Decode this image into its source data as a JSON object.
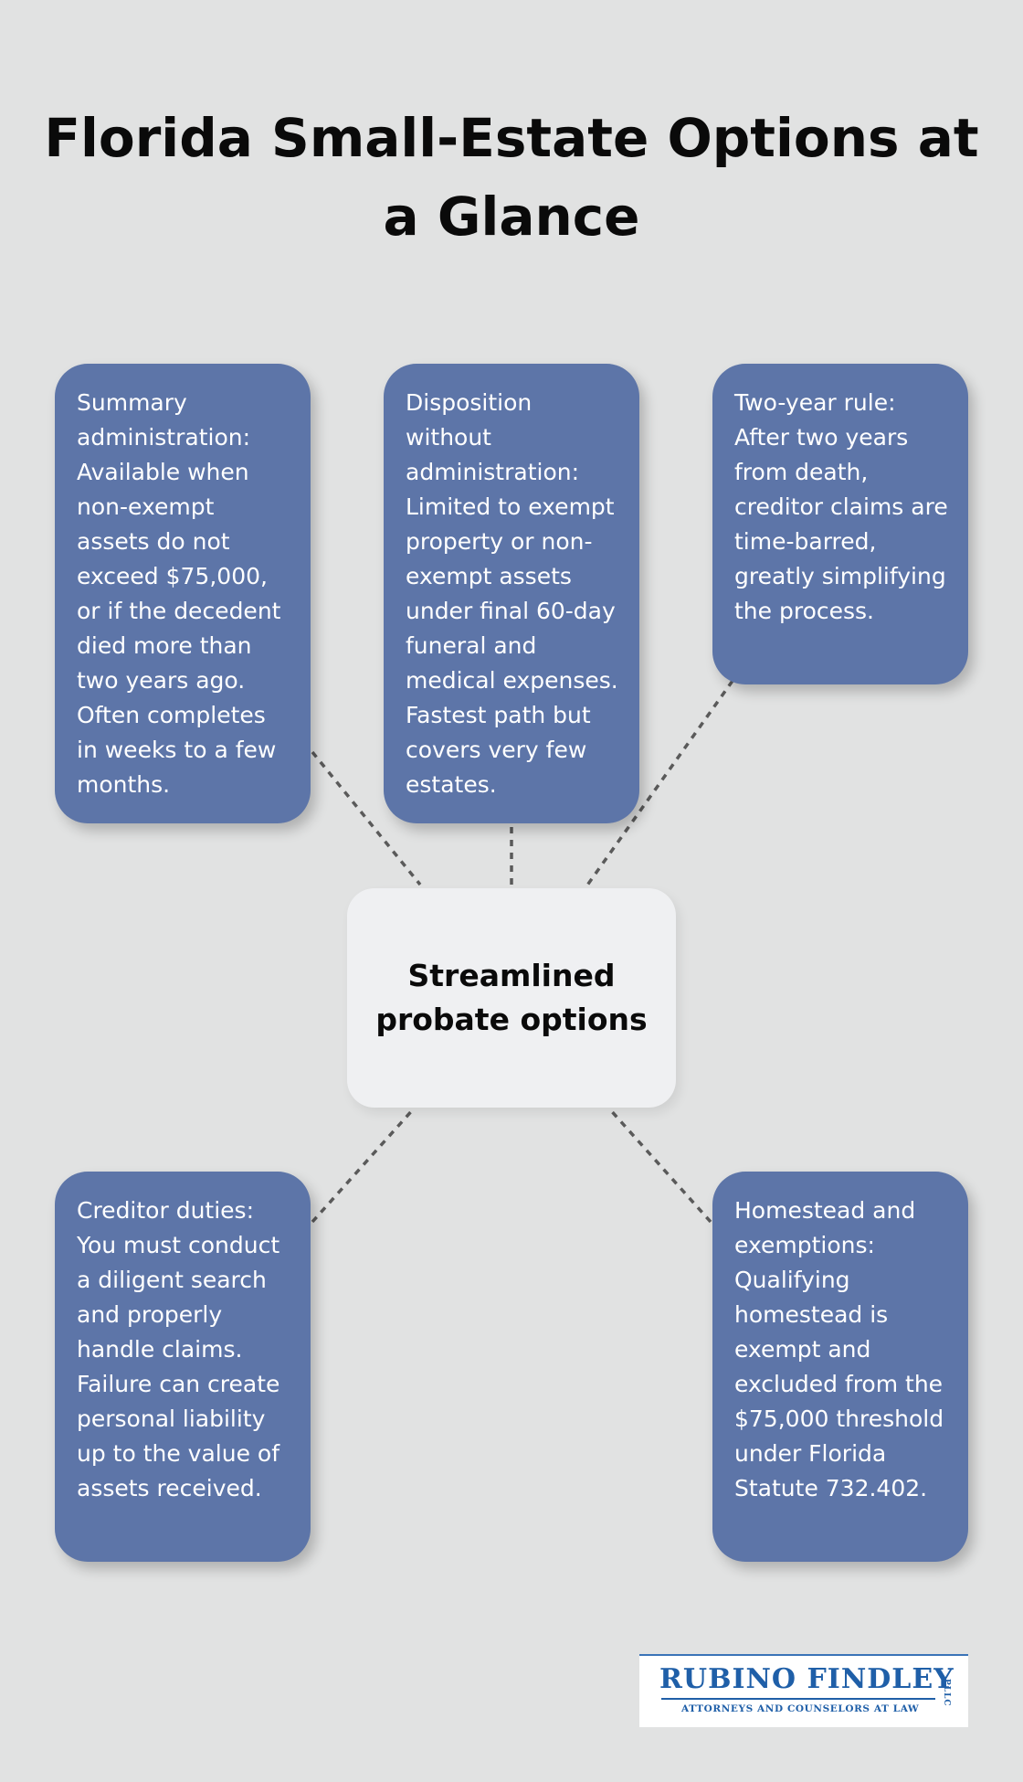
{
  "title": "Florida Small-Estate Options at a Glance",
  "hub": {
    "label": "Streamlined probate options"
  },
  "cards": {
    "summary": "Summary administration: Available when non-exempt assets do not exceed $75,000, or if the decedent died more than two years ago. Often completes in weeks to a few months.",
    "disposition": "Disposition without administration: Limited to exempt property or non-exempt assets under final 60-day funeral and medical expenses. Fastest path but covers very few estates.",
    "two_year": "Two-year rule: After two years from death, creditor claims are time-barred, greatly simplifying the process.",
    "creditor": "Creditor duties: You must conduct a diligent search and properly handle claims. Failure can create personal liability up to the value of assets received.",
    "homestead": "Homestead and exemptions: Qualifying homestead is exempt and excluded from the $75,000 threshold under Florida Statute 732.402."
  },
  "logo": {
    "name": "RUBINO FINDLEY",
    "suffix": "PLLC",
    "tagline": "ATTORNEYS AND COUNSELORS AT LAW"
  },
  "colors": {
    "background": "#e1e2e2",
    "card": "#5d75a8",
    "hub": "#eff0f2",
    "connector": "#5a5a5a",
    "logo_blue": "#1f5fa8"
  }
}
